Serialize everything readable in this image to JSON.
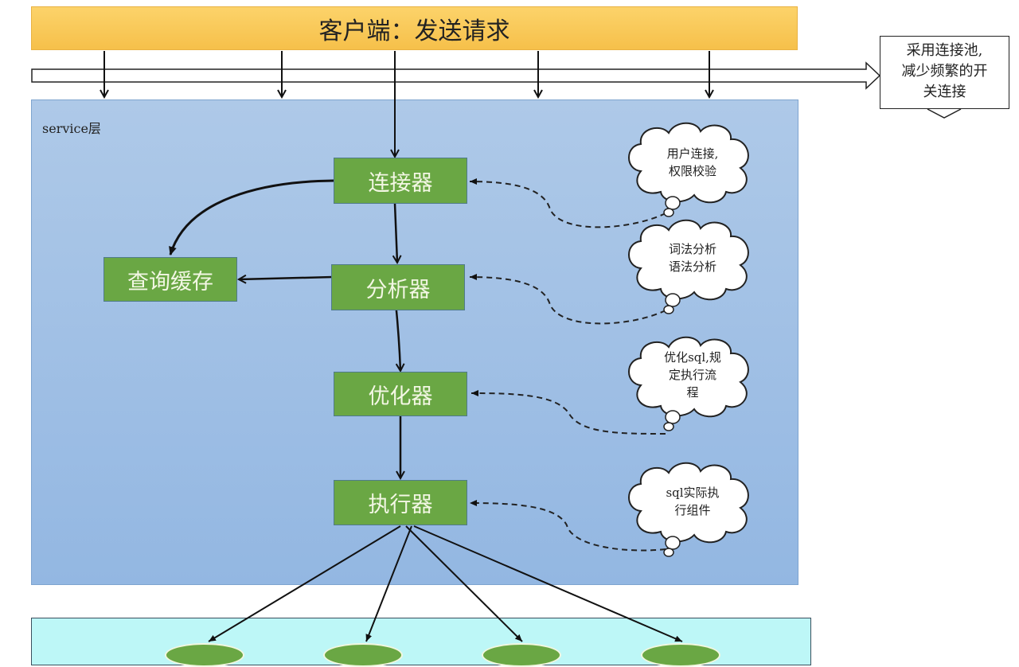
{
  "client": {
    "label": "客户端：发送请求"
  },
  "connection_pool_note": {
    "lines": [
      "采用连接池,",
      "减少频繁的开",
      "关连接"
    ]
  },
  "service_layer": {
    "label": "service层"
  },
  "nodes": {
    "connector": "连接器",
    "query_cache": "查询缓存",
    "analyzer": "分析器",
    "optimizer": "优化器",
    "executor": "执行器"
  },
  "clouds": [
    {
      "name": "connector-note",
      "lines": [
        "用户连接,",
        "权限校验"
      ]
    },
    {
      "name": "analyzer-note",
      "lines": [
        "词法分析",
        "语法分析"
      ]
    },
    {
      "name": "optimizer-note",
      "lines": [
        "优化sql,规",
        "定执行流",
        "程"
      ]
    },
    {
      "name": "executor-note",
      "lines": [
        "sql实际执",
        "行组件"
      ]
    }
  ],
  "colors": {
    "client_bar": "#f6c04a",
    "service_layer": "#a3c1e6",
    "node_green": "#6aa744",
    "engine_layer": "#bdf7f7"
  }
}
